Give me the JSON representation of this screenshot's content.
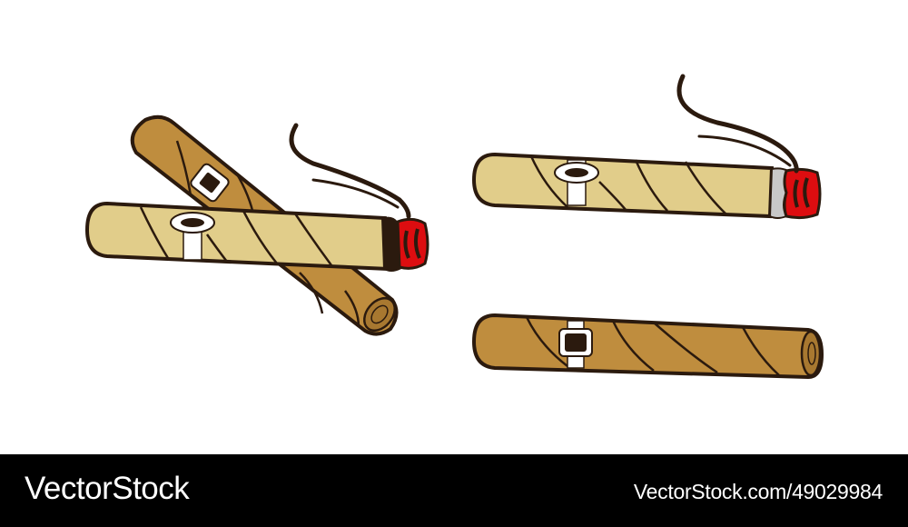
{
  "illustration": {
    "subject": "cigars",
    "items": [
      {
        "name": "crossed-cigars",
        "count": 2,
        "lit": true
      },
      {
        "name": "lit-light-cigar",
        "lit": true
      },
      {
        "name": "unlit-dark-cigar",
        "lit": false
      }
    ],
    "colors": {
      "outline": "#2b1a0e",
      "light_wrapper": "#e1cd8a",
      "dark_wrapper": "#bf8d3e",
      "ember_red": "#dd0d10",
      "ash_gray": "#c8c8c8",
      "band_white": "#ffffff"
    }
  },
  "footer": {
    "brand": "VectorStock",
    "reference": "VectorStock.com/49029984",
    "background": "#000000"
  }
}
